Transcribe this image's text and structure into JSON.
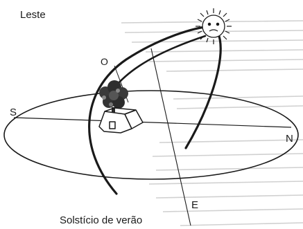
{
  "labels": {
    "east": "Leste",
    "west": "O",
    "south": "S",
    "north": "N",
    "east_point": "E",
    "caption": "Solstício de verão"
  },
  "colors": {
    "ink": "#1a1a1a",
    "background_text": "#6e6e6e",
    "sun_fill": "#ffffff"
  },
  "icons": {
    "sun": "sun-face-icon",
    "tree": "tree-icon",
    "house": "house-icon"
  }
}
